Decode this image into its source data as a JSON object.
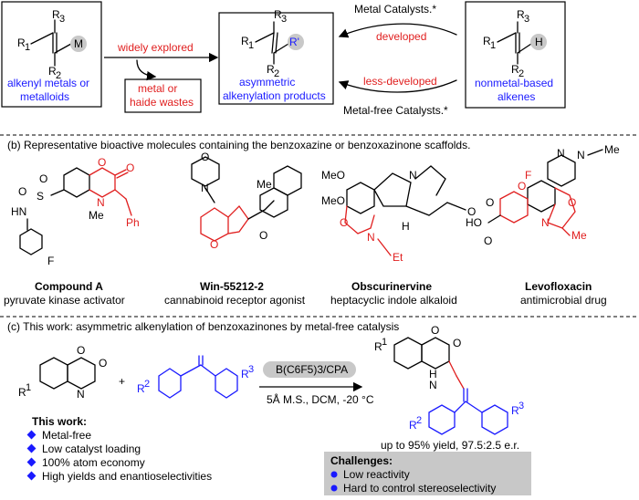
{
  "section_a": {
    "box_alkenyl_metals": "alkenyl metals or metalloids",
    "arrow_top_label": "widely explored",
    "box_wastes": "metal or haide wastes",
    "box_products": "asymmetric alkenylation products",
    "metal_catalysts": "Metal Catalysts.*",
    "developed": "developed",
    "less_developed": "less-developed",
    "metal_free_catalysts": "Metal-free Catalysts.*",
    "box_nonmetal": "nonmetal-based alkenes",
    "atoms": {
      "R1": "R",
      "R2": "R",
      "R3": "R",
      "M": "M",
      "H": "H",
      "Rp": "R'"
    }
  },
  "section_b": {
    "header": "(b) Representative bioactive molecules containing the benzoxazine or benzoxazinone scaffolds.",
    "molecules": [
      {
        "name": "Compound A",
        "desc": "pyruvate kinase activator"
      },
      {
        "name": "Win-55212-2",
        "desc": "cannabinoid receptor agonist"
      },
      {
        "name": "Obscurinervine",
        "desc": "heptacyclic indole alkaloid"
      },
      {
        "name": "Levofloxacin",
        "desc": "antimicrobial drug"
      }
    ],
    "labels": {
      "me": "Me",
      "ph": "Ph",
      "f": "F",
      "hn": "HN",
      "s": "S",
      "n": "N",
      "o": "O",
      "ome": "MeO",
      "h": "H",
      "et": "Et",
      "ho": "HO",
      "nme": "N",
      "me2": "Me"
    }
  },
  "section_c": {
    "header": "(c) This work: asymmetric alkenylation of benzoxazinones by metal-free catalysis",
    "catalyst": "B(C6F5)3/CPA",
    "conditions": "5Å M.S., DCM, -20 °C",
    "yield": "up to 95% yield, 97.5:2.5 e.r.",
    "this_work_title": "This work:",
    "this_work_items": [
      "Metal-free",
      "Low catalyst loading",
      "100% atom economy",
      "High yields and enantioselectivities"
    ],
    "challenges_title": "Challenges:",
    "challenges_items": [
      "Low reactivity",
      "Hard to control stereoselectivity"
    ],
    "plus": "+"
  },
  "colors": {
    "red": "#e01e1e",
    "blue": "#1a1aff",
    "gray": "#c8c8c8"
  }
}
